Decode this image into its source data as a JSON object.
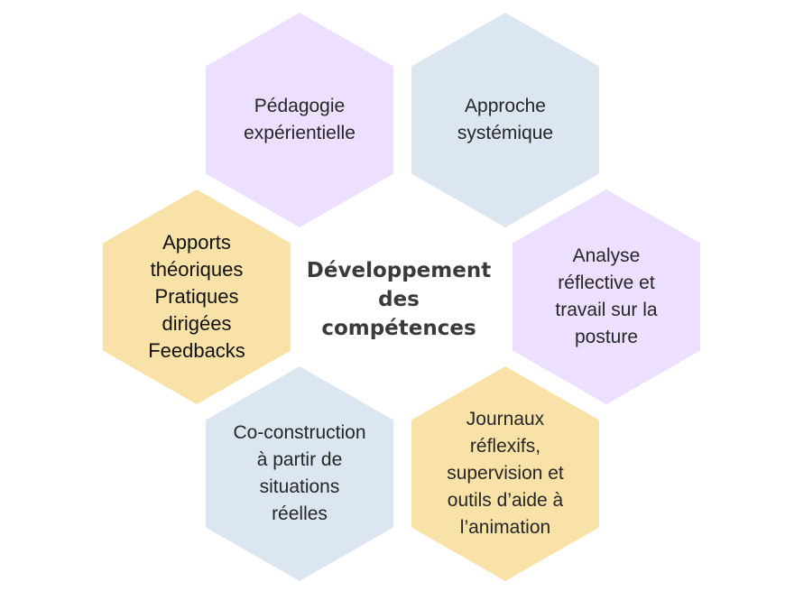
{
  "diagram": {
    "center": {
      "label": "Développement\ndes\ncompétences",
      "color": "#3a3a3a"
    },
    "hexagons": [
      {
        "label": "Pédagogie\nexpérientielle",
        "color": "#ecdfff"
      },
      {
        "label": "Approche\nsystémique",
        "color": "#dbe6f0"
      },
      {
        "label": "Apports\nthéoriques\nPratiques\ndirigées\nFeedbacks",
        "color": "#f9e2a8"
      },
      {
        "label": "Analyse\nréflective et\ntravail sur la\nposture",
        "color": "#ecdfff"
      },
      {
        "label": "Co-construction\nà partir de\nsituations\nréelles",
        "color": "#dbe6f0"
      },
      {
        "label": "Journaux\nréflexifs,\nsupervision et\noutils d’aide à\nl’animation",
        "color": "#f9e2a8"
      }
    ]
  }
}
